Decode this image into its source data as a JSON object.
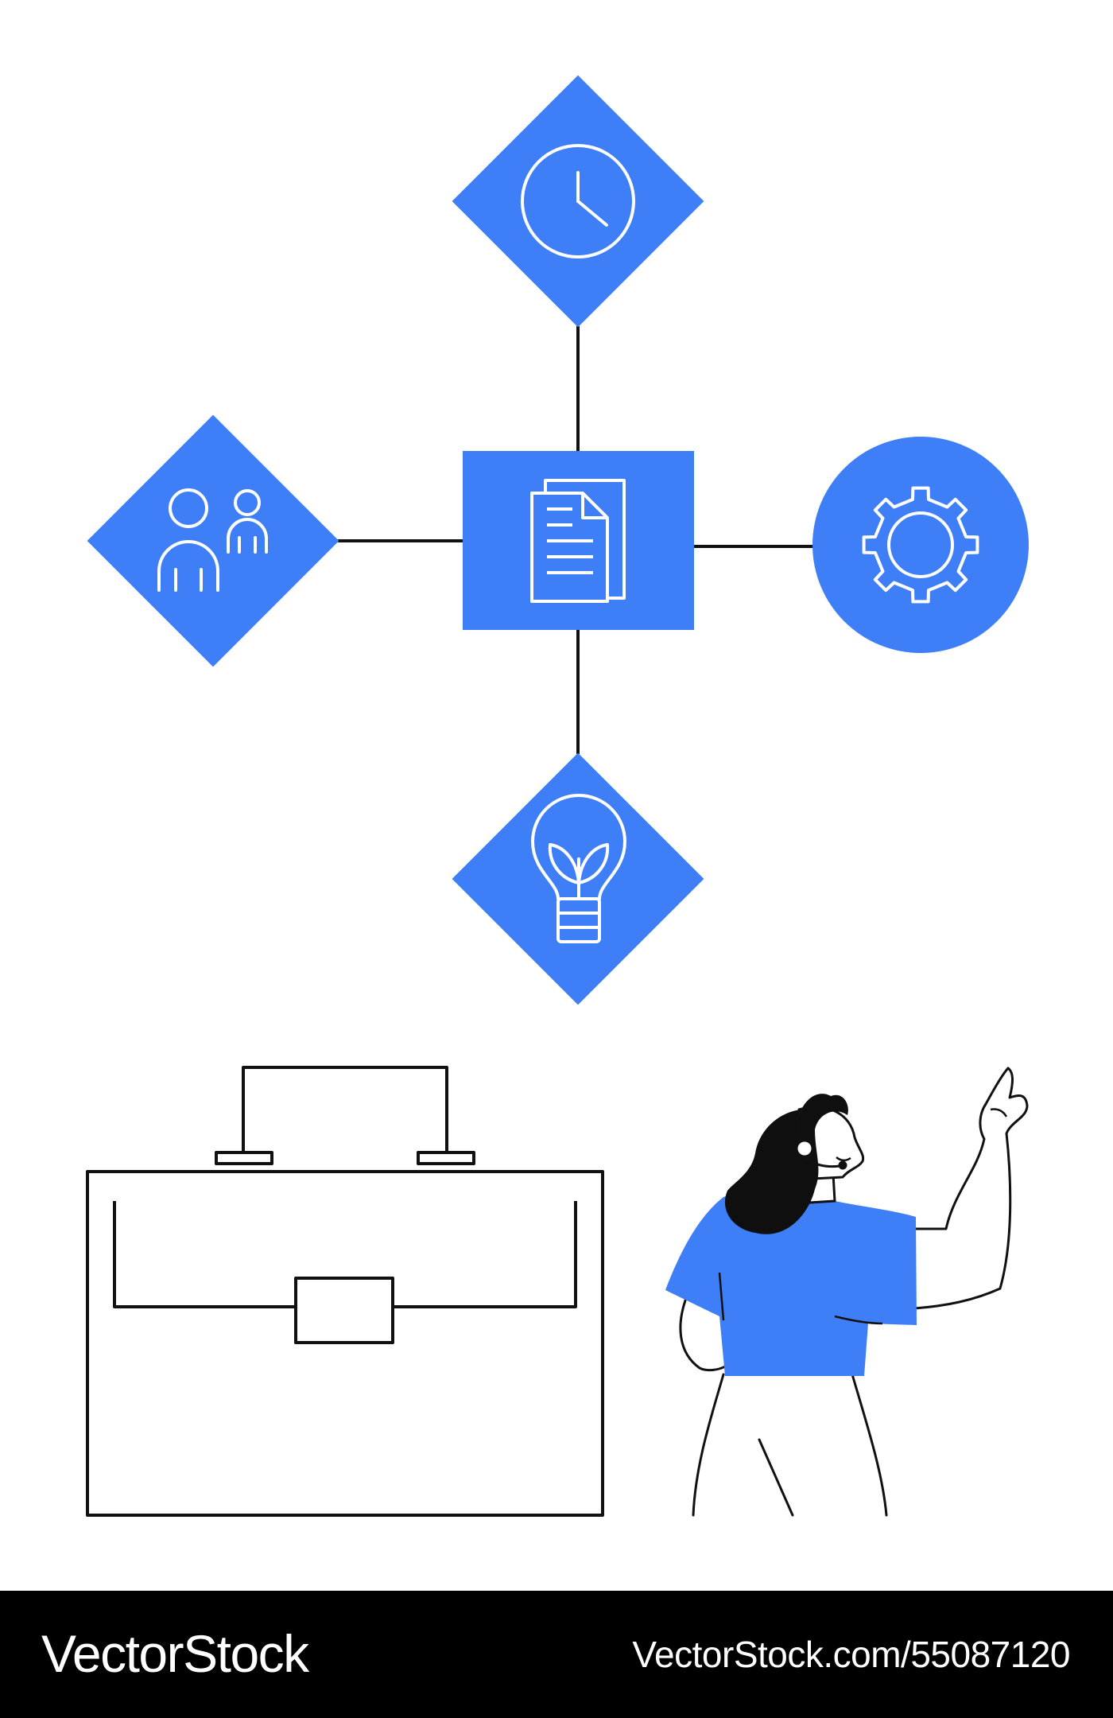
{
  "footer": {
    "brand": "VectorStock",
    "url": "VectorStock.com/55087120"
  },
  "colors": {
    "accent_blue": "#3e7ef7",
    "ink": "#111111",
    "background": "#ffffff",
    "footer_bg": "#000000"
  },
  "diagram": {
    "center_node": "documents-icon",
    "nodes": [
      "clock-icon",
      "team-icon",
      "gear-icon",
      "lightbulb-icon"
    ],
    "objects": [
      "briefcase",
      "woman-with-headset-pointing-up"
    ]
  }
}
